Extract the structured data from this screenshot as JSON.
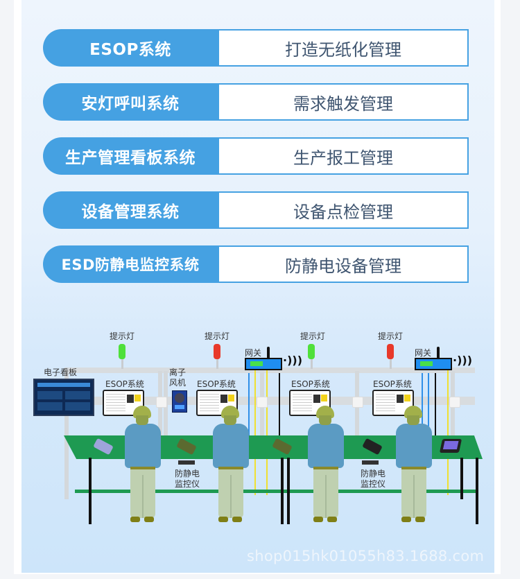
{
  "systems": [
    {
      "name": "ESOP系统",
      "benefit": "打造无纸化管理"
    },
    {
      "name": "安灯呼叫系统",
      "benefit": "需求触发管理"
    },
    {
      "name": "生产管理看板系统",
      "benefit": "生产报工管理"
    },
    {
      "name": "设备管理系统",
      "benefit": "设备点检管理"
    },
    {
      "name": "ESD防静电监控系统",
      "benefit": "防静电设备管理"
    }
  ],
  "diagram": {
    "labels": {
      "kanban": "电子看板",
      "lamp": "提示灯",
      "gateway": "网关",
      "ionizer_line1": "离子",
      "ionizer_line2": "风机",
      "esop": "ESOP系统",
      "esd_line1": "防静电",
      "esd_line2": "监控仪"
    },
    "lamps": [
      {
        "color": "#4fe03a"
      },
      {
        "color": "#e8392a"
      },
      {
        "color": "#4fe03a"
      },
      {
        "color": "#e8392a"
      }
    ],
    "wifi_symbol": "·)))"
  },
  "colors": {
    "accent": "#45a1e2",
    "benefit_text": "#3f5570",
    "table_green": "#1e9a52"
  },
  "footer": {
    "url": "shop015hk01055h83.1688.com"
  }
}
